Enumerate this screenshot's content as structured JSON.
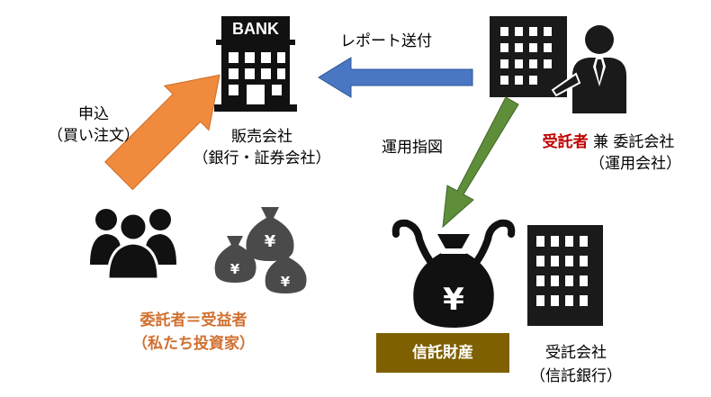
{
  "labels": {
    "report": "レポート送付",
    "apply_line1": "申込",
    "apply_line2": "（買い注文）",
    "seller_line1": "販売会社",
    "seller_line2": "（銀行・証券会社）",
    "instruction": "運用指図",
    "trustor_line1_red": "受託者",
    "trustor_line1_rest": " 兼 委託会社",
    "trustor_line2": "（運用会社）",
    "beneficiary_line1": "委託者＝受益者",
    "beneficiary_line2": "（私たち投資家）",
    "trust_property": "信託財産",
    "trustee_line1": "受託会社",
    "trustee_line2": "（信託銀行）"
  },
  "icons": {
    "bank_sign": "BANK",
    "yen": "¥"
  },
  "colors": {
    "arrow_blue": "#4a77c4",
    "arrow_orange": "#f08a3c",
    "arrow_green": "#5f8e3a",
    "text_red": "#c00000",
    "text_orange": "#d07030",
    "trust_box": "#7f6000",
    "icon_dark": "#1a1a1a",
    "icon_gray": "#4a4a4a"
  }
}
